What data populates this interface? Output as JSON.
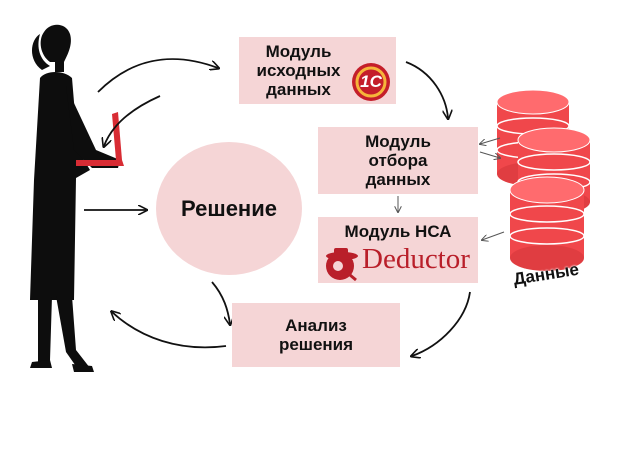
{
  "nodes": {
    "source_module": "Модуль\nисходных\nданных",
    "selection_module": "Модуль\nотбора\nданных",
    "hca_module": "Модуль НСА",
    "decision": "Решение",
    "analysis": "Анализ\nрешения",
    "database": "Данные"
  },
  "logos": {
    "onec": "1С",
    "deductor": "Deductor"
  },
  "colors": {
    "box_fill": "#f5d5d6",
    "db_red": "#f0474b",
    "db_red_light": "#ff6b6e",
    "logo_red": "#c41e2a",
    "arrow": "#111111"
  }
}
